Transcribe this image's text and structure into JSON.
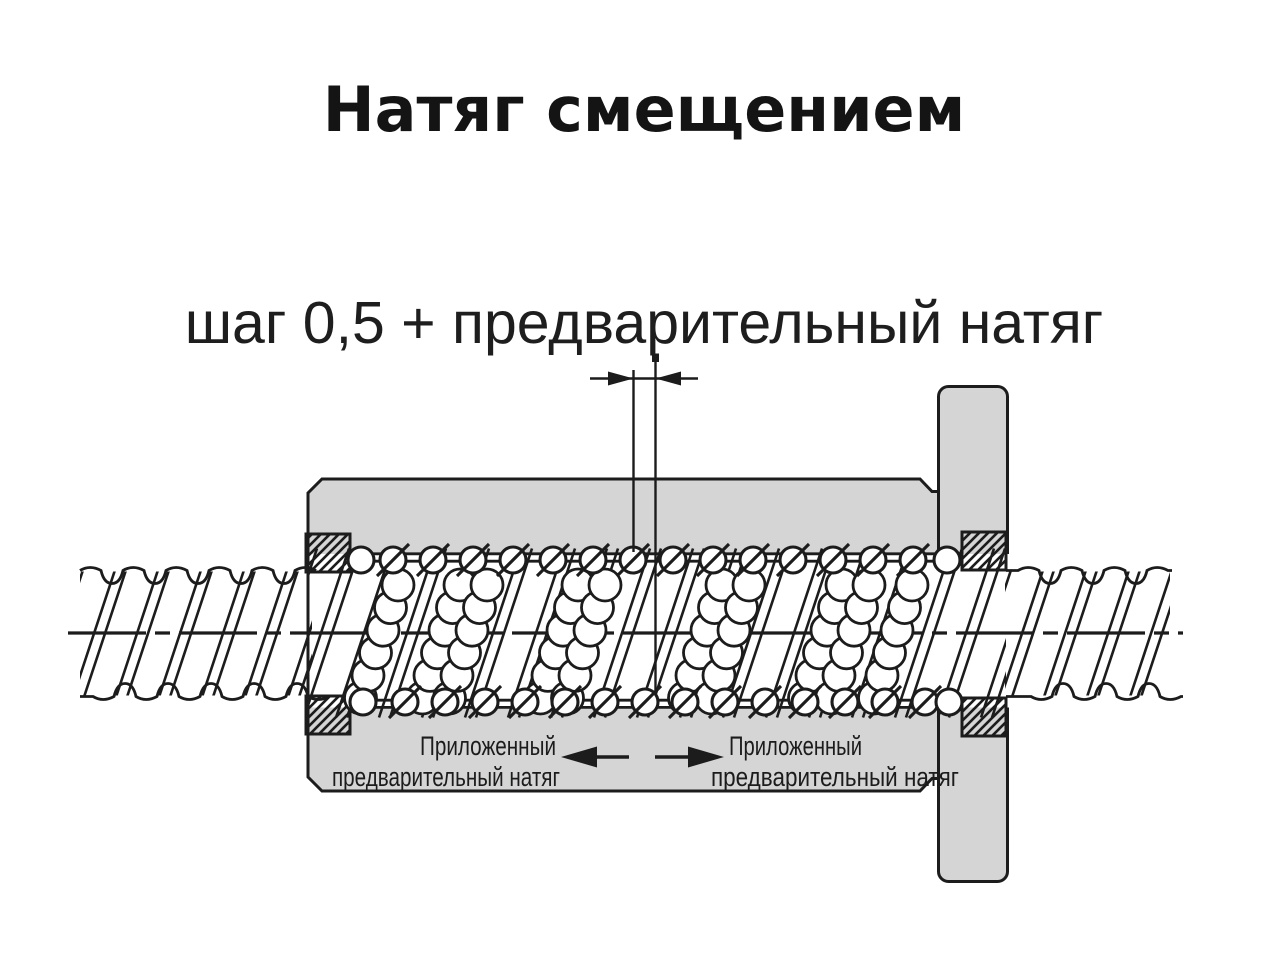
{
  "title": "Натяг смещением",
  "subtitle": "шаг 0,5 + предварительный натяг",
  "diagram": {
    "preload_left": {
      "line1": "Приложенный",
      "line2": "предварительный натяг"
    },
    "preload_right": {
      "line1": "Приложенный",
      "line2": "предварительный натяг"
    }
  },
  "colors": {
    "background": "#ffffff",
    "nut_fill": "#d4d5d4",
    "line": "#1c1c1c"
  }
}
